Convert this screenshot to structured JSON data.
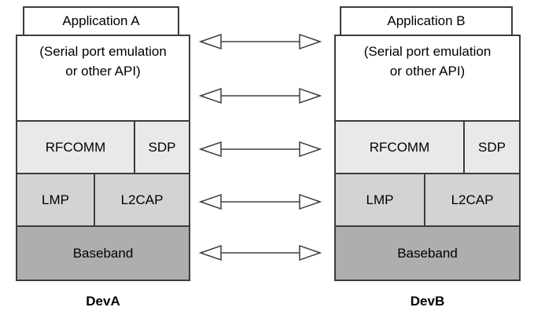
{
  "diagram": {
    "description": "Bluetooth protocol stack comparison between two devices",
    "devices": [
      {
        "name": "DevA",
        "application_label": "Application A",
        "api_label": "(Serial port emulation or other API)",
        "layers": {
          "rfcomm": "RFCOMM",
          "sdp": "SDP",
          "lmp": "LMP",
          "l2cap": "L2CAP",
          "baseband": "Baseband"
        }
      },
      {
        "name": "DevB",
        "application_label": "Application B",
        "api_label": "(Serial port emulation or other API)",
        "layers": {
          "rfcomm": "RFCOMM",
          "sdp": "SDP",
          "lmp": "LMP",
          "l2cap": "L2CAP",
          "baseband": "Baseband"
        }
      }
    ],
    "connections": {
      "type": "bidirectional-hollow-arrow",
      "count": 5,
      "levels": [
        "application",
        "api",
        "rfcomm-sdp",
        "lmp-l2cap",
        "baseband"
      ]
    },
    "colors": {
      "box-white": "#ffffff",
      "layer-light": "#e9e9e9",
      "layer-medium": "#d3d3d3",
      "layer-dark": "#aeaeae",
      "border": "#3c3c3c",
      "arrow-line": "#707070",
      "text": "#000000"
    }
  }
}
